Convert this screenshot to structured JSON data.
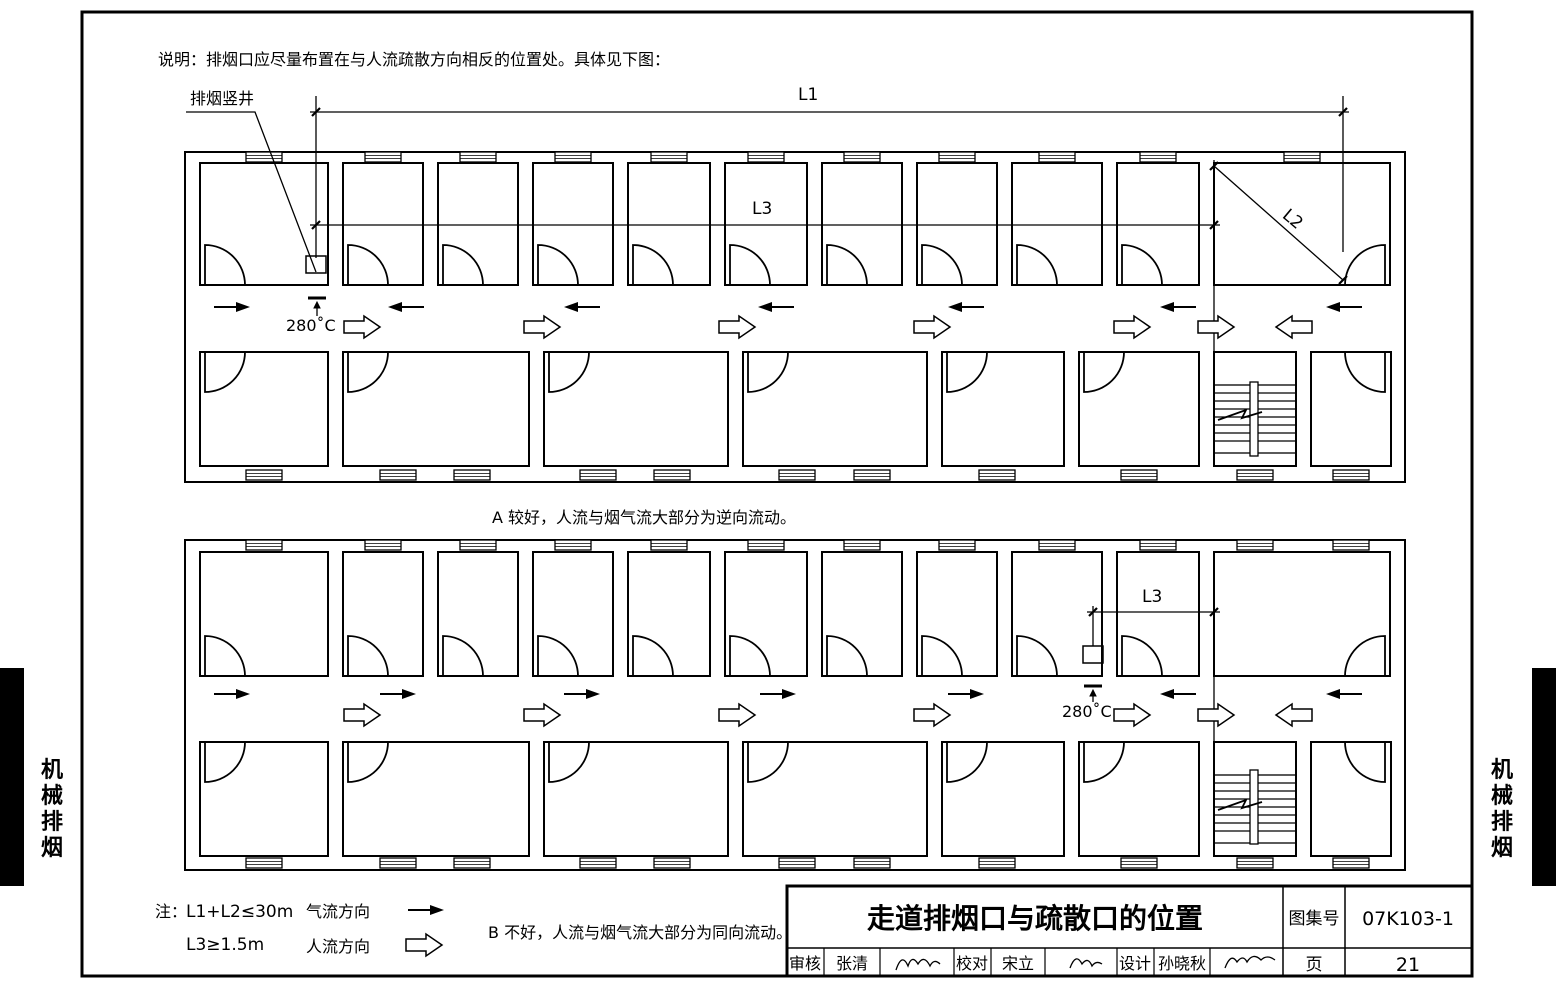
{
  "note_top": "说明：排烟口应尽量布置在与人流疏散方向相反的位置处。具体见下图：",
  "shaft_label": "排烟竖井",
  "plan_a": {
    "dim_l1": "L1",
    "dim_l2": "L2",
    "dim_l3": "L3",
    "temp": "280˚C",
    "caption": "A  较好，人流与烟气流大部分为逆向流动。"
  },
  "plan_b": {
    "dim_l3": "L3",
    "temp": "280˚C",
    "caption": "B  不好，人流与烟气流大部分为同向流动。"
  },
  "legend": {
    "note_prefix": "注：",
    "cond1": "L1+L2≤30m",
    "cond2": "L3≥1.5m",
    "air_flow": "气流方向",
    "people_flow": "人流方向"
  },
  "side_label": "机\n械\n排\n烟",
  "title_block": {
    "title": "走道排烟口与疏散口的位置",
    "atlas_label": "图集号",
    "atlas_no": "07K103-1",
    "review_label": "审核",
    "review_name": "张清",
    "check_label": "校对",
    "check_name": "宋立",
    "design_label": "设计",
    "design_name": "孙晓秋",
    "page_label": "页",
    "page_no": "21"
  },
  "icons": [
    "solid-arrow-icon",
    "hollow-arrow-icon",
    "door-swing-icon",
    "window-icon",
    "stair-icon",
    "smoke-outlet-icon"
  ]
}
